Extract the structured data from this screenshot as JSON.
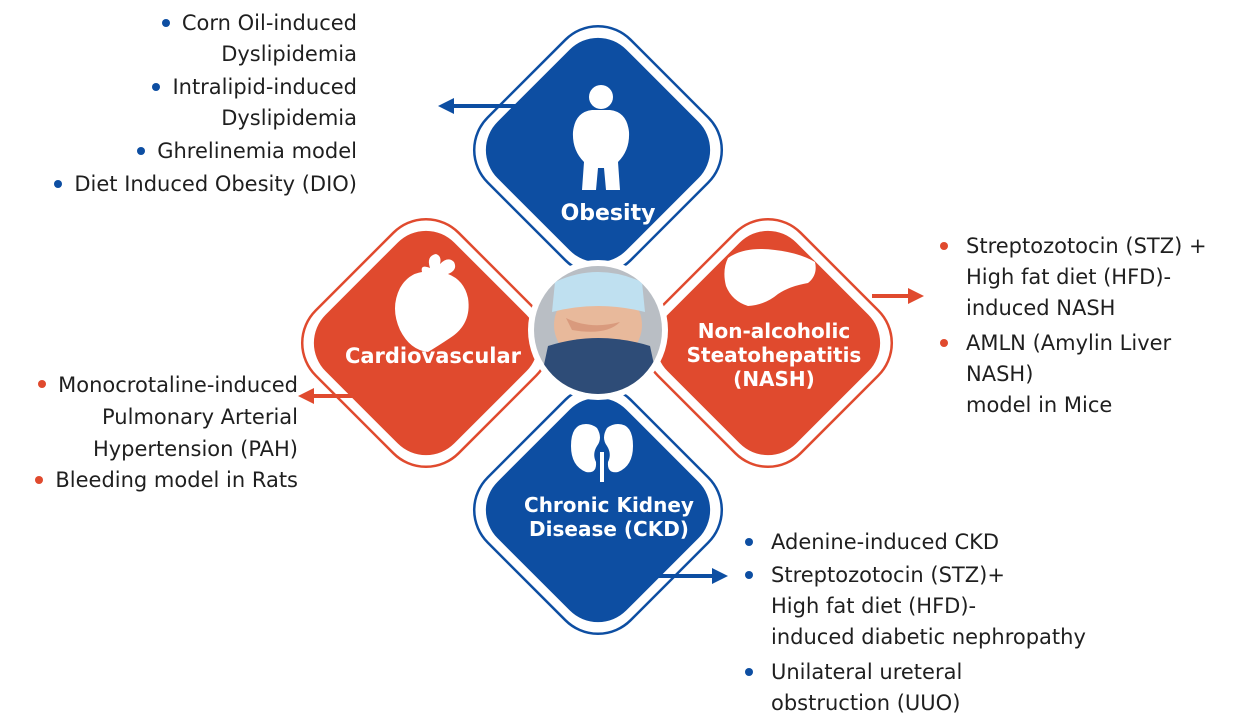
{
  "quadrants": {
    "obesity": {
      "title": "Obesity",
      "icon": "obese-person-icon"
    },
    "cardiovascular": {
      "title": "Cardiovascular",
      "icon": "heart-icon"
    },
    "nash": {
      "title_lines": [
        "Non-alcoholic",
        "Steatohepatitis",
        "(NASH)"
      ],
      "icon": "liver-icon"
    },
    "ckd": {
      "title_lines": [
        "Chronic Kidney",
        "Disease (CKD)"
      ],
      "icon": "kidneys-icon"
    }
  },
  "center_image": "overweight-belly-photo",
  "lists": {
    "obesity": [
      [
        "Corn Oil-induced",
        "Dyslipidemia"
      ],
      [
        "Intralipid-induced",
        "Dyslipidemia"
      ],
      [
        "Ghrelinemia model"
      ],
      [
        "Diet Induced Obesity (DIO)"
      ]
    ],
    "cardiovascular": [
      [
        "Monocrotaline-induced",
        "Pulmonary Arterial",
        "Hypertension (PAH)"
      ],
      [
        "Bleeding model in Rats"
      ]
    ],
    "nash": [
      [
        "Streptozotocin (STZ) +",
        "High fat diet (HFD)-",
        "induced NASH"
      ],
      [
        "AMLN (Amylin Liver NASH)",
        "model in Mice"
      ]
    ],
    "ckd": [
      [
        "Adenine-induced CKD"
      ],
      [
        "Streptozotocin (STZ)+",
        "High fat diet (HFD)-",
        "induced diabetic nephropathy"
      ],
      [
        "Unilateral ureteral",
        "obstruction (UUO)"
      ]
    ]
  },
  "colors": {
    "blue": "#0d4ea2",
    "red": "#e04a2e",
    "outline_blue": "#0d4ea2",
    "outline_red": "#e04a2e"
  }
}
